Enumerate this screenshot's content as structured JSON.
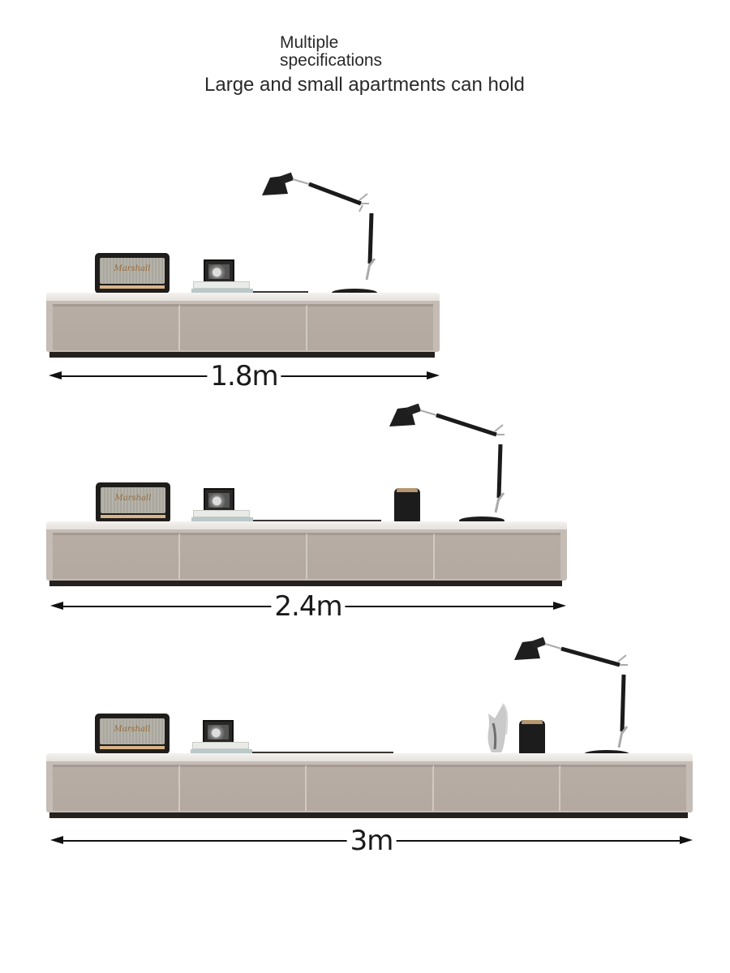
{
  "header": {
    "line1": "Multiple specifications",
    "line2": "Large and small apartments can hold"
  },
  "products": [
    {
      "size_label": "1.8m",
      "drawers": 3,
      "decor": [
        "speaker",
        "books-with-photo-frame",
        "soundbar",
        "desk-lamp"
      ]
    },
    {
      "size_label": "2.4m",
      "drawers": 4,
      "decor": [
        "speaker",
        "books-with-photo-frame",
        "soundbar",
        "black-jar",
        "desk-lamp"
      ]
    },
    {
      "size_label": "3m",
      "drawers": 5,
      "decor": [
        "speaker",
        "books-with-photo-frame",
        "soundbar",
        "silver-pitcher",
        "black-jar",
        "desk-lamp"
      ]
    }
  ],
  "speaker_brand": "Marshall",
  "colors": {
    "cabinet_body": "#c4bcb5",
    "drawer_front": "#b6aba3",
    "top_slab": "#ece9e5",
    "plinth": "#25211f",
    "dimension_line": "#111111"
  }
}
